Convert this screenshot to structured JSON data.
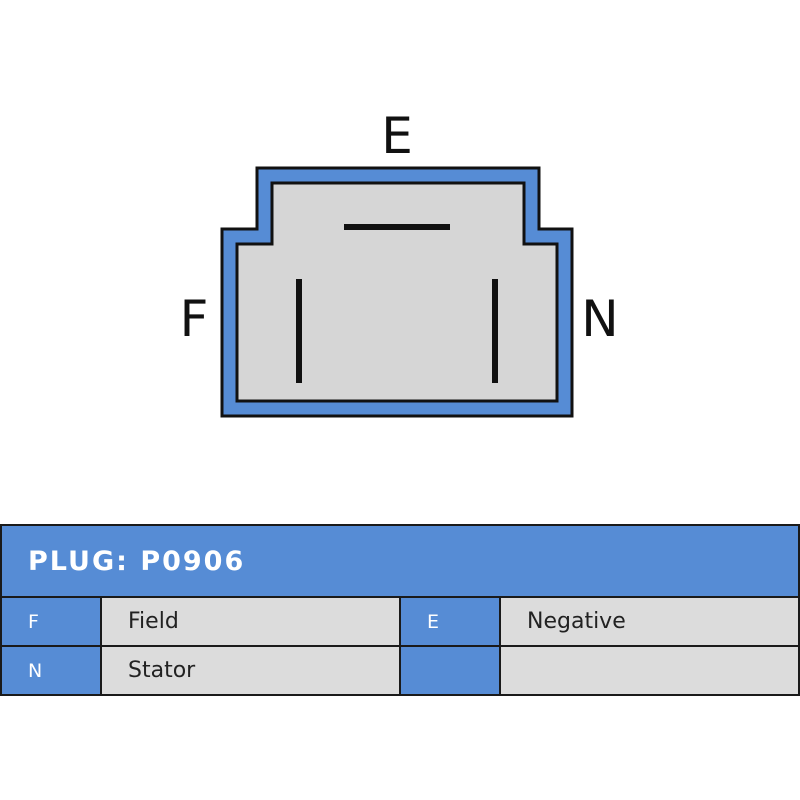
{
  "diagram": {
    "pin_labels": {
      "top": "E",
      "left": "F",
      "right": "N"
    },
    "colors": {
      "housing_outline": "#568cd5",
      "housing_fill": "#d6d6d6",
      "pin": "#111111"
    }
  },
  "table": {
    "title": "PLUG: P0906",
    "rows": [
      {
        "code_a": "F",
        "desc_a": "Field",
        "code_b": "E",
        "desc_b": "Negative"
      },
      {
        "code_a": "N",
        "desc_a": "Stator",
        "code_b": "",
        "desc_b": ""
      }
    ],
    "colors": {
      "header": "#568cd5",
      "code_cell": "#568cd5",
      "desc_cell": "#dcdcdc"
    }
  }
}
